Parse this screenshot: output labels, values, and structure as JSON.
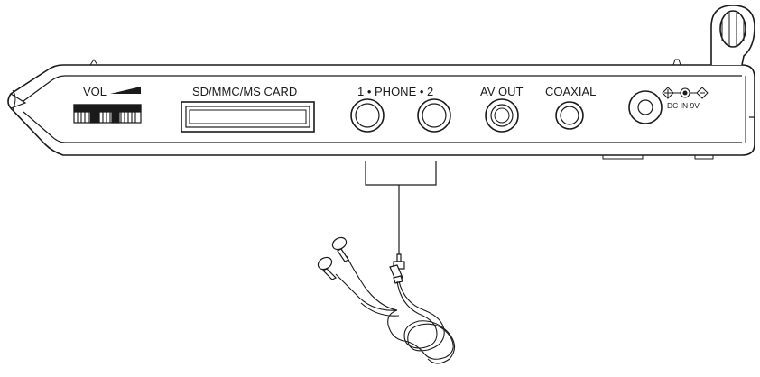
{
  "panel": {
    "vol_label": "VOL",
    "card_label": "SD/MMC/MS CARD",
    "phone_label": "1 • PHONE • 2",
    "av_out_label": "AV OUT",
    "coaxial_label": "COAXIAL",
    "dc_in_label": "DC IN 9V"
  },
  "colors": {
    "ink": "#1a1a1a",
    "background": "#ffffff"
  },
  "icons": {
    "volume": "volume-ramp-icon",
    "dc_polarity": "dc-polarity-icon"
  }
}
